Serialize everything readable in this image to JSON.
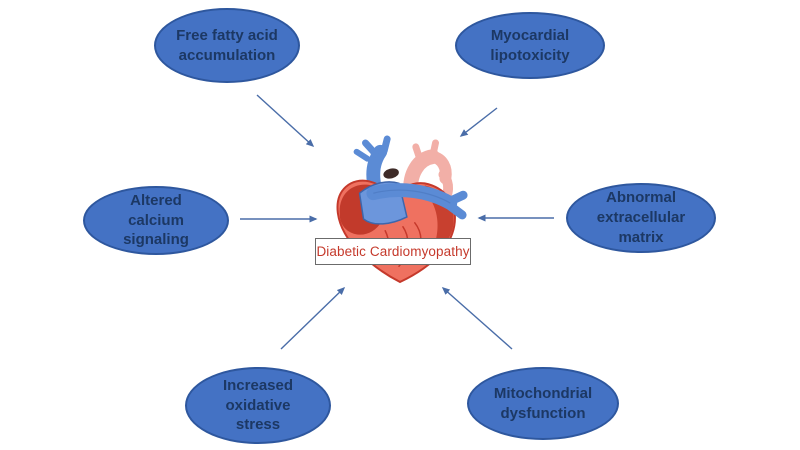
{
  "diagram": {
    "title": "Diabetic Cardiomyopathy causes diagram",
    "center": {
      "label": "Diabetic Cardiomyopathy",
      "illustration": "anatomical-heart"
    },
    "nodes": [
      {
        "id": "free-fatty-acid-accumulation",
        "label": "Free fatty acid\naccumulation"
      },
      {
        "id": "myocardial-lipotoxicity",
        "label": "Myocardial\nlipotoxicity"
      },
      {
        "id": "altered-calcium-signaling",
        "label": "Altered\ncalcium\nsignaling"
      },
      {
        "id": "abnormal-extracellular-matrix",
        "label": "Abnormal\nextracellular\nmatrix"
      },
      {
        "id": "increased-oxidative-stress",
        "label": "Increased\noxidative\nstress"
      },
      {
        "id": "mitochondrial-dysfunction",
        "label": "Mitochondrial\ndysfunction"
      }
    ],
    "colors": {
      "node_fill": "#4472C4",
      "node_border": "#2E579E",
      "node_text": "#1C3864",
      "arrow": "#4A6DA8",
      "center_text": "#C5392B",
      "center_box_border": "#6B6B6B",
      "heart_body": "#EF7160",
      "heart_dark_red": "#C23A2B",
      "heart_blue": "#5B8BD5",
      "heart_pink": "#F2AFA7"
    }
  }
}
